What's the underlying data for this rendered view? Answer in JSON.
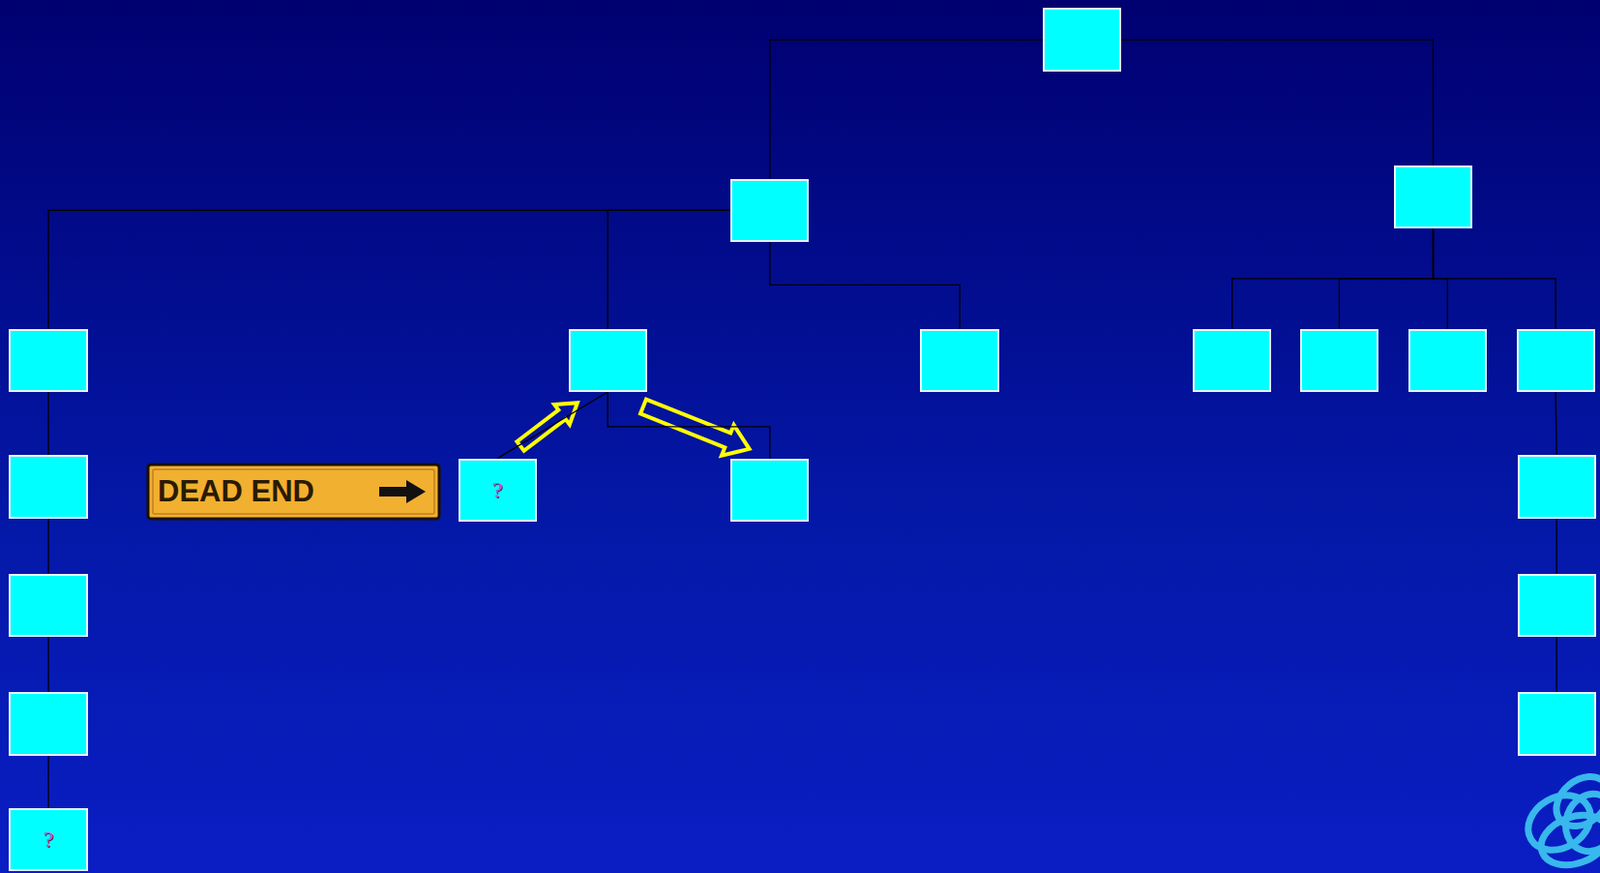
{
  "diagram": {
    "nodes": [
      {
        "text": []
      },
      {
        "text": []
      },
      {
        "text": []
      },
      {
        "text": []
      },
      {
        "text": []
      },
      {
        "text": []
      },
      {
        "text": []
      },
      {
        "text": []
      },
      {
        "text": []
      },
      {
        "text": []
      },
      {
        "text": []
      },
      {
        "text": [
          "?"
        ]
      },
      {
        "text": []
      },
      {
        "text": []
      },
      {
        "text": []
      },
      {
        "text": []
      },
      {
        "text": []
      },
      {
        "text": []
      },
      {
        "text": [
          "?"
        ]
      }
    ],
    "edges": [
      {
        "from": 0,
        "to": 1,
        "arrow": "none"
      },
      {
        "from": 0,
        "to": 2,
        "arrow": "none"
      },
      {
        "from": 1,
        "to": 3,
        "arrow": "none"
      },
      {
        "from": 1,
        "to": 4,
        "arrow": "none"
      },
      {
        "from": 1,
        "to": 5,
        "arrow": "none"
      },
      {
        "from": 2,
        "to": 6,
        "arrow": "none"
      },
      {
        "from": 2,
        "to": 7,
        "arrow": "none"
      },
      {
        "from": 2,
        "to": 8,
        "arrow": "none"
      },
      {
        "from": 2,
        "to": 9,
        "arrow": "none"
      },
      {
        "from": 3,
        "to": 10,
        "arrow": "none"
      },
      {
        "from": 10,
        "to": 14,
        "arrow": "none"
      },
      {
        "from": 14,
        "to": 16,
        "arrow": "none"
      },
      {
        "from": 16,
        "to": 18,
        "arrow": "none"
      },
      {
        "from": 9,
        "to": 13,
        "arrow": "none"
      },
      {
        "from": 13,
        "to": 15,
        "arrow": "none"
      },
      {
        "from": 15,
        "to": 17,
        "arrow": "none"
      },
      {
        "from": 4,
        "to": 11,
        "arrow": "none"
      },
      {
        "from": 4,
        "to": 12,
        "arrow": "none"
      }
    ],
    "labels": [
      "DEAD END"
    ]
  }
}
